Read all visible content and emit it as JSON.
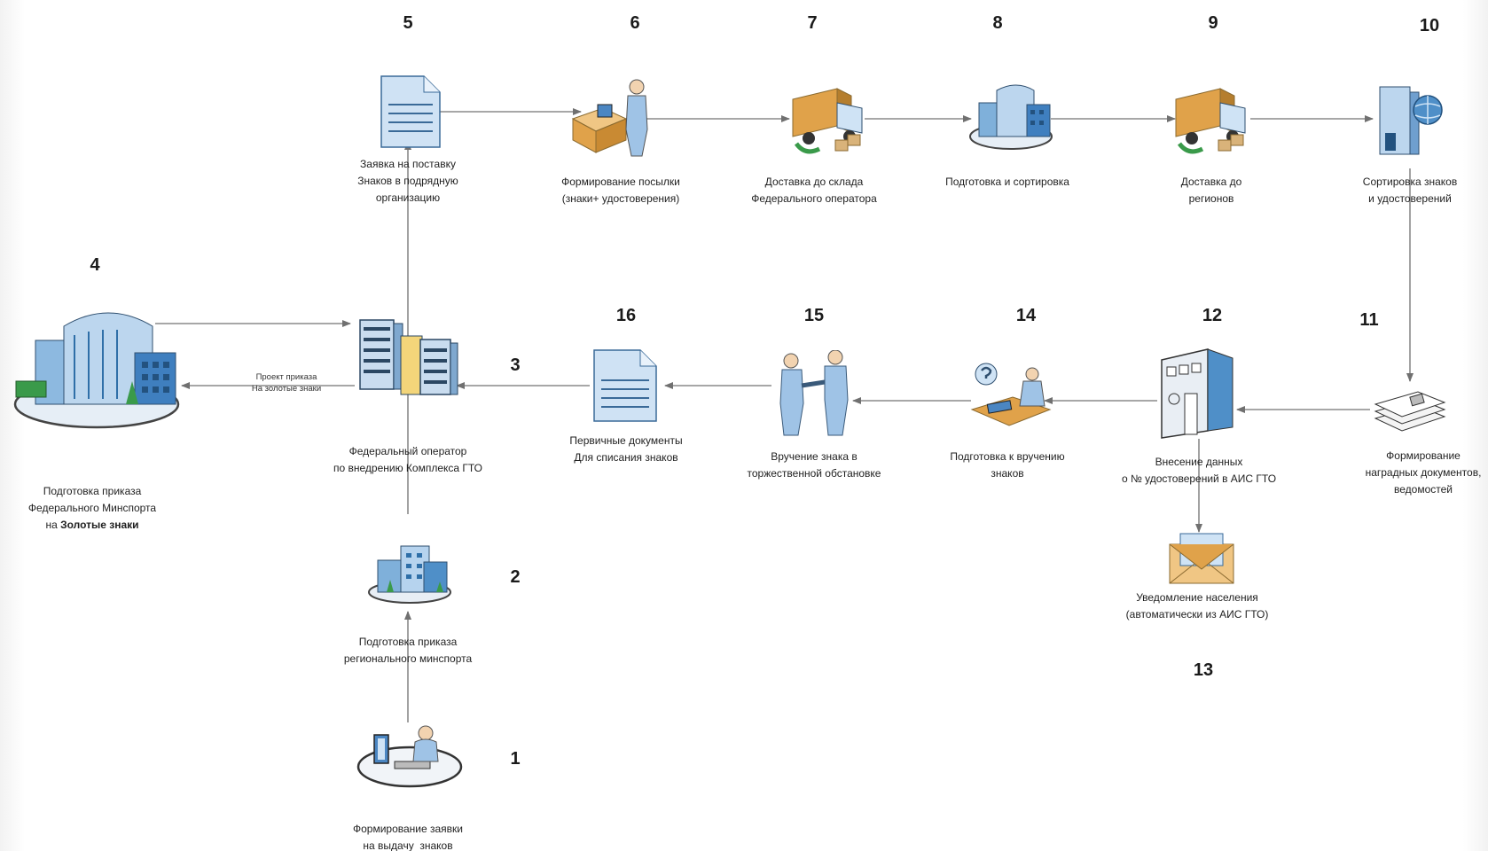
{
  "nodes": [
    {
      "id": "n1",
      "number": "1",
      "label": "Формирование заявки\nна выдачу  знаков"
    },
    {
      "id": "n2",
      "number": "2",
      "label": "Подготовка приказа\nрегионального минспорта"
    },
    {
      "id": "n3",
      "number": "3",
      "label": "Федеральный оператор\nпо внедрению Комплекса ГТО"
    },
    {
      "id": "n4",
      "number": "4",
      "label": "Подготовка приказа\nФедерального Минспорта",
      "label_bold": "Золотые знаки",
      "label_prefix": "на "
    },
    {
      "id": "n5",
      "number": "5",
      "label": "Заявка на поставку\nЗнаков в подрядную\nорганизацию"
    },
    {
      "id": "n6",
      "number": "6",
      "label": "Формирование посылки\n(знаки+ удостоверения)"
    },
    {
      "id": "n7",
      "number": "7",
      "label": "Доставка до склада\nФедерального оператора"
    },
    {
      "id": "n8",
      "number": "8",
      "label": "Подготовка и сортировка"
    },
    {
      "id": "n9",
      "number": "9",
      "label": "Доставка до\nрегионов"
    },
    {
      "id": "n10",
      "number": "10",
      "label": "Сортировка знаков\nи удостоверений"
    },
    {
      "id": "n11",
      "number": "11",
      "label": "Формирование\nнаградных документов,\nведомостей"
    },
    {
      "id": "n12",
      "number": "12",
      "label": "Внесение данных\nо № удостоверений в АИС ГТО"
    },
    {
      "id": "n13",
      "number": "13",
      "label": "Уведомление населения\n(автоматически из АИС ГТО)"
    },
    {
      "id": "n14",
      "number": "14",
      "label": "Подготовка к вручению\nзнаков"
    },
    {
      "id": "n15",
      "number": "15",
      "label": "Вручение знака в\nторжественной обстановке"
    },
    {
      "id": "n16",
      "number": "16",
      "label": "Первичные документы\nДля списания знаков"
    }
  ],
  "edge_label": "Проект приказа\nНа золотые знаки",
  "colors": {
    "line": "#808080",
    "blue_light": "#cfe3f5",
    "blue_mid": "#7fb0da",
    "blue_dark": "#2f6fa8",
    "truck": "#e0a24a",
    "box": "#d9b37a",
    "green": "#3a9a4a"
  }
}
